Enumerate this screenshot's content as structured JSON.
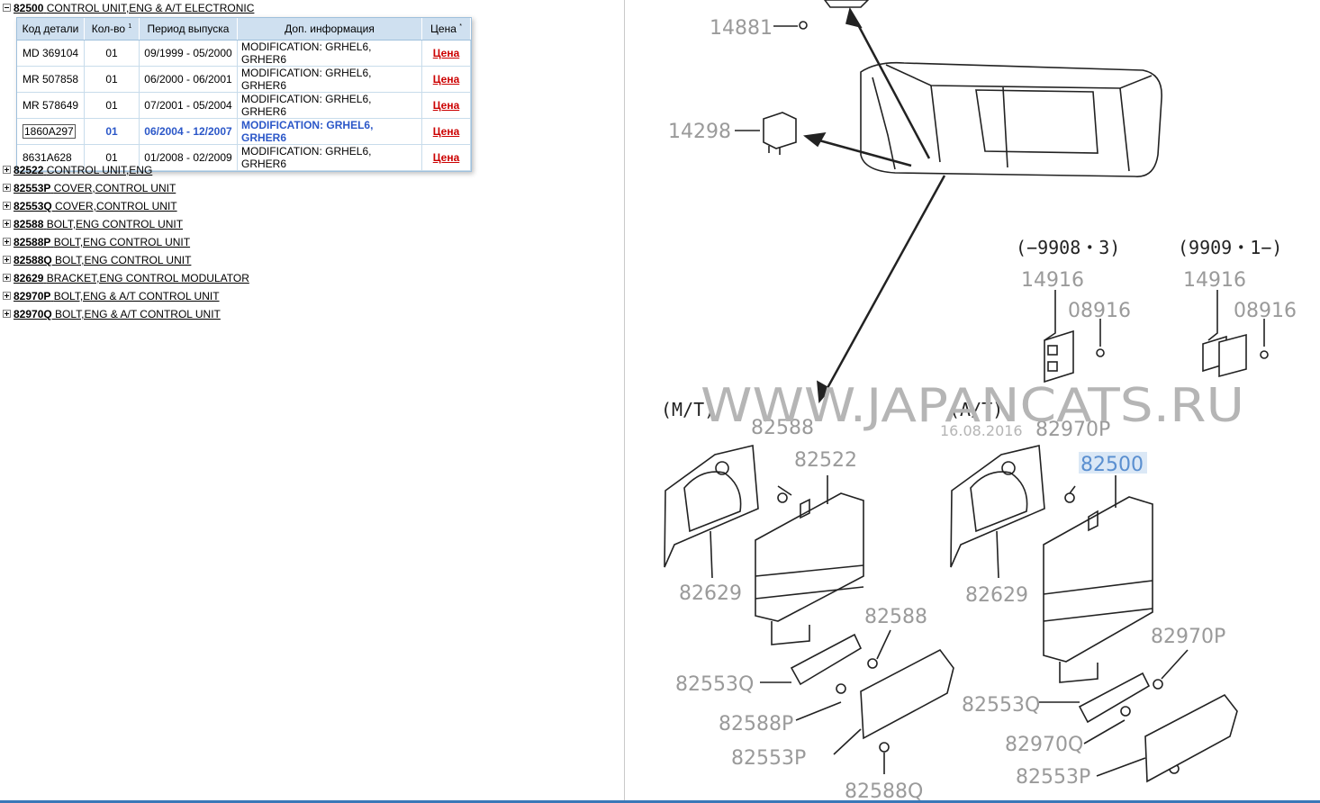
{
  "tree": {
    "root": {
      "code": "82500",
      "name": "CONTROL UNIT,ENG & A/T ELECTRONIC"
    },
    "children": [
      {
        "code": "82522",
        "name": "CONTROL UNIT,ENG"
      },
      {
        "code": "82553P",
        "name": "COVER,CONTROL UNIT"
      },
      {
        "code": "82553Q",
        "name": "COVER,CONTROL UNIT"
      },
      {
        "code": "82588",
        "name": "BOLT,ENG CONTROL UNIT"
      },
      {
        "code": "82588P",
        "name": "BOLT,ENG CONTROL UNIT"
      },
      {
        "code": "82588Q",
        "name": "BOLT,ENG CONTROL UNIT"
      },
      {
        "code": "82629",
        "name": "BRACKET,ENG CONTROL MODULATOR"
      },
      {
        "code": "82970P",
        "name": "BOLT,ENG & A/T CONTROL UNIT"
      },
      {
        "code": "82970Q",
        "name": "BOLT,ENG & A/T CONTROL UNIT"
      }
    ]
  },
  "table": {
    "headers": {
      "code": "Код детали",
      "qty": "Кол-во",
      "qty_sup": "1",
      "period": "Период выпуска",
      "info": "Доп. информация",
      "price": "Цена",
      "price_sup": "*"
    },
    "rows": [
      {
        "code": "MD 369104",
        "qty": "01",
        "period": "09/1999 - 05/2000",
        "info": "MODIFICATION: GRHEL6, GRHER6",
        "price": "Цена"
      },
      {
        "code": "MR 507858",
        "qty": "01",
        "period": "06/2000 - 06/2001",
        "info": "MODIFICATION: GRHEL6, GRHER6",
        "price": "Цена"
      },
      {
        "code": "MR 578649",
        "qty": "01",
        "period": "07/2001 - 05/2004",
        "info": "MODIFICATION: GRHEL6, GRHER6",
        "price": "Цена"
      },
      {
        "code": "1860A297",
        "qty": "01",
        "period": "06/2004 - 12/2007",
        "info": "MODIFICATION: GRHEL6, GRHER6",
        "price": "Цена"
      },
      {
        "code": "8631A628",
        "qty": "01",
        "period": "01/2008 - 02/2009",
        "info": "MODIFICATION: GRHEL6, GRHER6",
        "price": "Цена"
      }
    ]
  },
  "diagram": {
    "labels": {
      "p14881": "14881",
      "p14298": "14298",
      "p14916a": "14916",
      "p08916a": "08916",
      "p14916b": "14916",
      "p08916b": "08916",
      "hdr_a": "(−9908・3)",
      "hdr_b": "(9909・1−)",
      "mt": "(M/T)",
      "at": "(A/T)",
      "m82588": "82588",
      "m82522": "82522",
      "m82629": "82629",
      "m82588b": "82588",
      "m82553Q": "82553Q",
      "m82588P": "82588P",
      "m82553P": "82553P",
      "m82588Q": "82588Q",
      "a82970P": "82970P",
      "a82500": "82500",
      "a82629": "82629",
      "a82970Pb": "82970P",
      "a82553Q": "82553Q",
      "a82970Q": "82970Q",
      "a82553P": "82553P"
    },
    "watermark": "WWW.JAPANCATS.RU",
    "date": "16.08.2016"
  },
  "colors": {
    "header_bg": "#cfe0f0",
    "selected": "#2b57c8",
    "price": "#cc0000",
    "label_gray": "#9a9a9a",
    "label_selected": "#5a8fd0"
  }
}
